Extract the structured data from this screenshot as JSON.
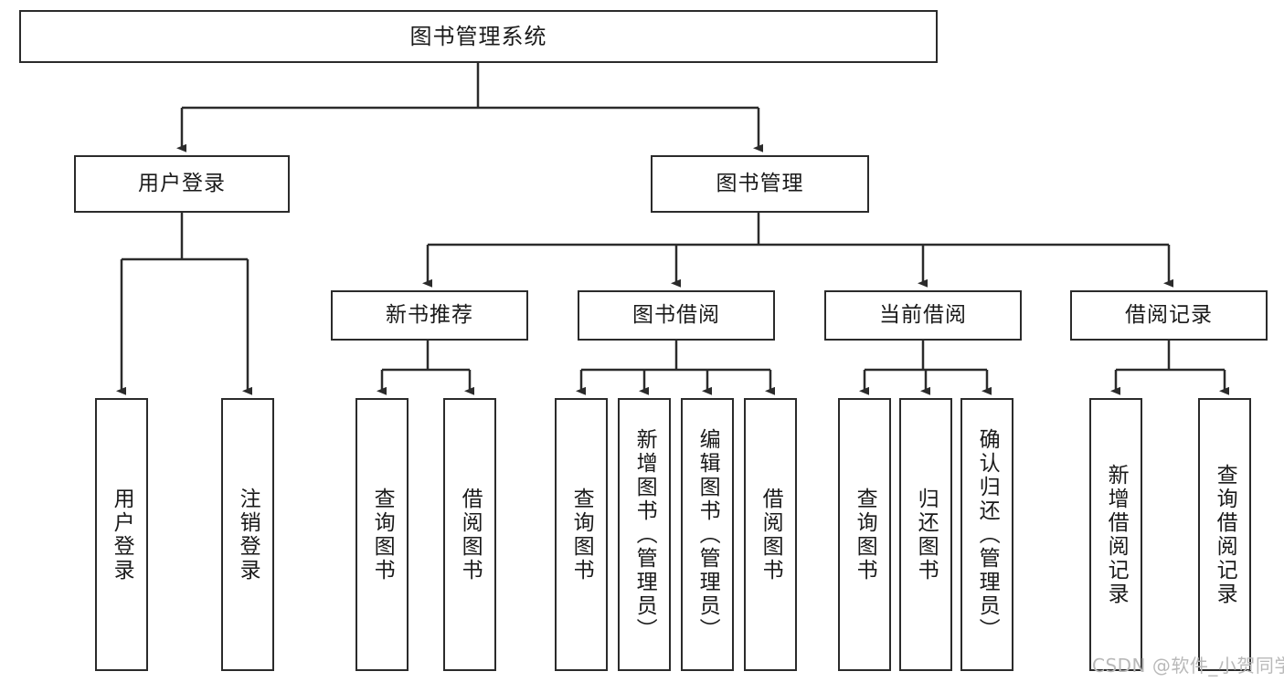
{
  "diagram": {
    "type": "tree-hierarchy",
    "title": "图书管理系统",
    "watermark": "CSDN @软件_小贺同学",
    "colors": {
      "stroke": "#2b2b2b",
      "fill": "#ffffff",
      "text": "#1a1a1a",
      "watermark": "#b9b9b9",
      "background": "#ffffff"
    },
    "root": {
      "label": "图书管理系统"
    },
    "level2": [
      {
        "id": "user-login",
        "label": "用户登录"
      },
      {
        "id": "book-management",
        "label": "图书管理"
      }
    ],
    "level3": [
      {
        "id": "new-book-recommend",
        "label": "新书推荐"
      },
      {
        "id": "book-borrow",
        "label": "图书借阅"
      },
      {
        "id": "current-borrow",
        "label": "当前借阅"
      },
      {
        "id": "borrow-record",
        "label": "借阅记录"
      }
    ],
    "leaves": {
      "user_login": [
        {
          "id": "leaf-user-login",
          "label": "用户登录"
        },
        {
          "id": "leaf-logout",
          "label": "注销登录"
        }
      ],
      "new_book_recommend": [
        {
          "id": "leaf-query-book-1",
          "label": "查询图书"
        },
        {
          "id": "leaf-borrow-book-1",
          "label": "借阅图书"
        }
      ],
      "book_borrow": [
        {
          "id": "leaf-query-book-2",
          "label": "查询图书"
        },
        {
          "id": "leaf-add-book",
          "label": "新增图书（管理员）"
        },
        {
          "id": "leaf-edit-book",
          "label": "编辑图书（管理员）"
        },
        {
          "id": "leaf-borrow-book-2",
          "label": "借阅图书"
        }
      ],
      "current_borrow": [
        {
          "id": "leaf-query-book-3",
          "label": "查询图书"
        },
        {
          "id": "leaf-return-book",
          "label": "归还图书"
        },
        {
          "id": "leaf-confirm-return",
          "label": "确认归还（管理员）"
        }
      ],
      "borrow_record": [
        {
          "id": "leaf-add-record",
          "label": "新增借阅记录"
        },
        {
          "id": "leaf-query-record",
          "label": "查询借阅记录"
        }
      ]
    }
  }
}
